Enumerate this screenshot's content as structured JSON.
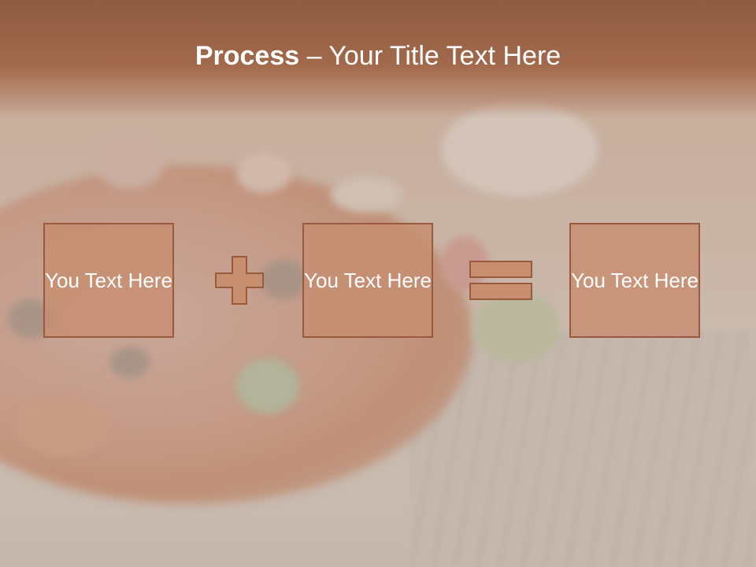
{
  "title": {
    "bold": "Process",
    "rest": " – Your Title Text Here"
  },
  "boxes": [
    {
      "label": "You Text Here"
    },
    {
      "label": "You Text Here"
    },
    {
      "label": "You Text Here"
    }
  ],
  "operators": [
    "plus-icon",
    "equals-icon"
  ],
  "colors": {
    "header": "#9a5f43",
    "box_fill": "#c78e70",
    "box_border": "#9a5a3e",
    "text": "#ffffff"
  }
}
